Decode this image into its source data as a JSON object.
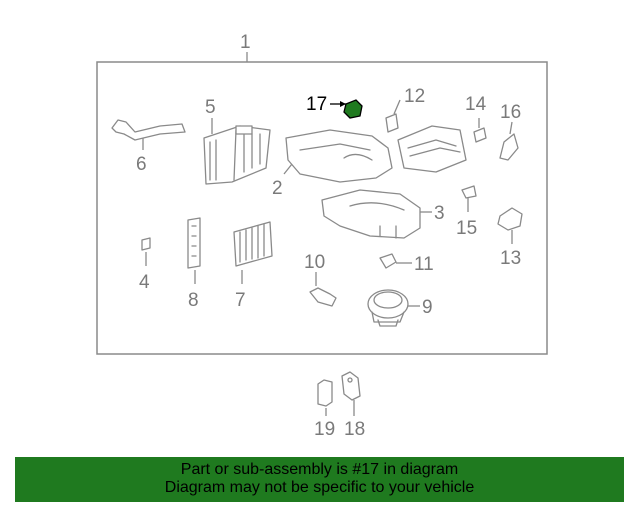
{
  "callouts": {
    "c1": "1",
    "c2": "2",
    "c3": "3",
    "c4": "4",
    "c5": "5",
    "c6": "6",
    "c7": "7",
    "c8": "8",
    "c9": "9",
    "c10": "10",
    "c11": "11",
    "c12": "12",
    "c13": "13",
    "c14": "14",
    "c15": "15",
    "c16": "16",
    "c17": "17",
    "c18": "18",
    "c19": "19"
  },
  "highlight": {
    "part": "17",
    "color": "#1f7a1f"
  },
  "banner": {
    "line1": "Part or sub-assembly is #17 in diagram",
    "line2": "Diagram may not be specific to your vehicle",
    "background": "#1f7a1f"
  }
}
